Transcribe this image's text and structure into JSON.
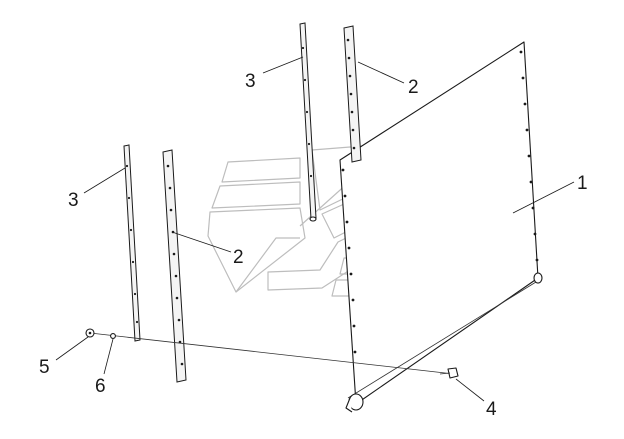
{
  "callouts": {
    "label_1": "1",
    "label_2_upper": "2",
    "label_2_lower": "2",
    "label_3_upper": "3",
    "label_3_lower": "3",
    "label_4": "4",
    "label_5": "5",
    "label_6": "6"
  },
  "colors": {
    "line": "#1a1a1a",
    "watermark": "#bdbdbd",
    "background": "#ffffff"
  }
}
